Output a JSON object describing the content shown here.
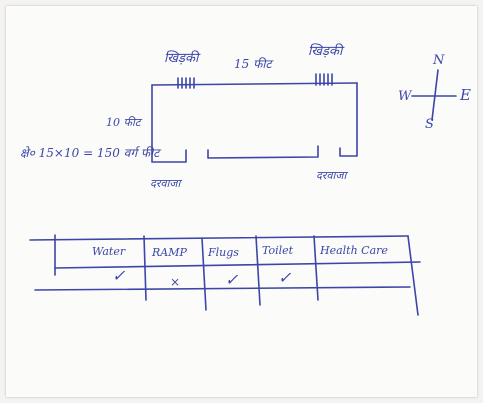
{
  "sketch": {
    "window_left_label": "खिड़की",
    "window_right_label": "खिड़की",
    "length_label": "15 फीट",
    "width_label": "10 फीट",
    "area_label": "क्षे० 15×10 = 150 वर्ग फीट",
    "door_left_label": "दरवाजा",
    "door_right_label": "दरवाजा"
  },
  "compass": {
    "north": "N",
    "south": "S",
    "east": "E",
    "west": "W"
  },
  "table": {
    "headers": [
      "Water",
      "RAMP",
      "Flugs",
      "Toilet",
      "Health Care"
    ],
    "marks": [
      "✓",
      "×",
      "✓",
      "✓",
      ""
    ]
  },
  "colors": {
    "ink": "#3c46a8",
    "paper": "#fbfbf9"
  }
}
